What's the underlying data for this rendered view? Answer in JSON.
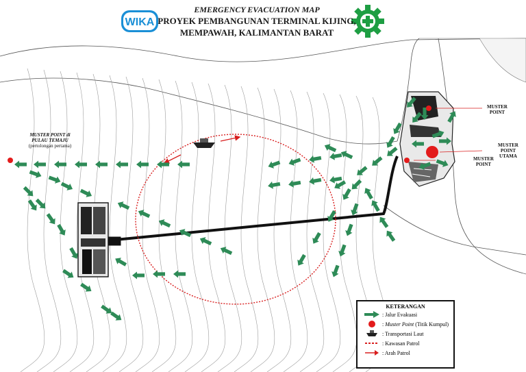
{
  "title": {
    "line1": "EMERGENCY EVACUATION MAP",
    "line2": "PROYEK PEMBANGUNAN TERMINAL KIJING,",
    "line3": "MEMPAWAH, KALIMANTAN BARAT"
  },
  "logos": {
    "wika": "WIKA"
  },
  "labels": {
    "muster_left_1": "MUSTER POINT  di",
    "muster_left_2": "PULAU TEMAJU",
    "muster_left_3": "(pertolongan pertama)",
    "muster_right_top_1": "MUSTER",
    "muster_right_top_2": "POINT",
    "muster_utama_1": "MUSTER",
    "muster_utama_2": "POINT",
    "muster_utama_3": "UTAMA",
    "muster_right_low_1": "MUSTER",
    "muster_right_low_2": "POINT"
  },
  "legend": {
    "title": "KETERANGAN",
    "items": [
      {
        "symbol": "green-arrow",
        "text": ": Jalur Evakuasi"
      },
      {
        "symbol": "red-dot",
        "text_em": "Muster Point",
        "text_pre": ": ",
        "text_post": " (Titik Kumpul)"
      },
      {
        "symbol": "boat",
        "text": ": Transportasi Laut"
      },
      {
        "symbol": "dashed-red",
        "text": ": Kawasan Patrol"
      },
      {
        "symbol": "red-arrow",
        "text": ": Arah Patrol"
      }
    ]
  },
  "colors": {
    "arrow": "#2e8b57",
    "muster": "#e31b1b",
    "patrol": "#d81e1e",
    "jetty": "#111111",
    "contour": "#9a9a9a"
  }
}
